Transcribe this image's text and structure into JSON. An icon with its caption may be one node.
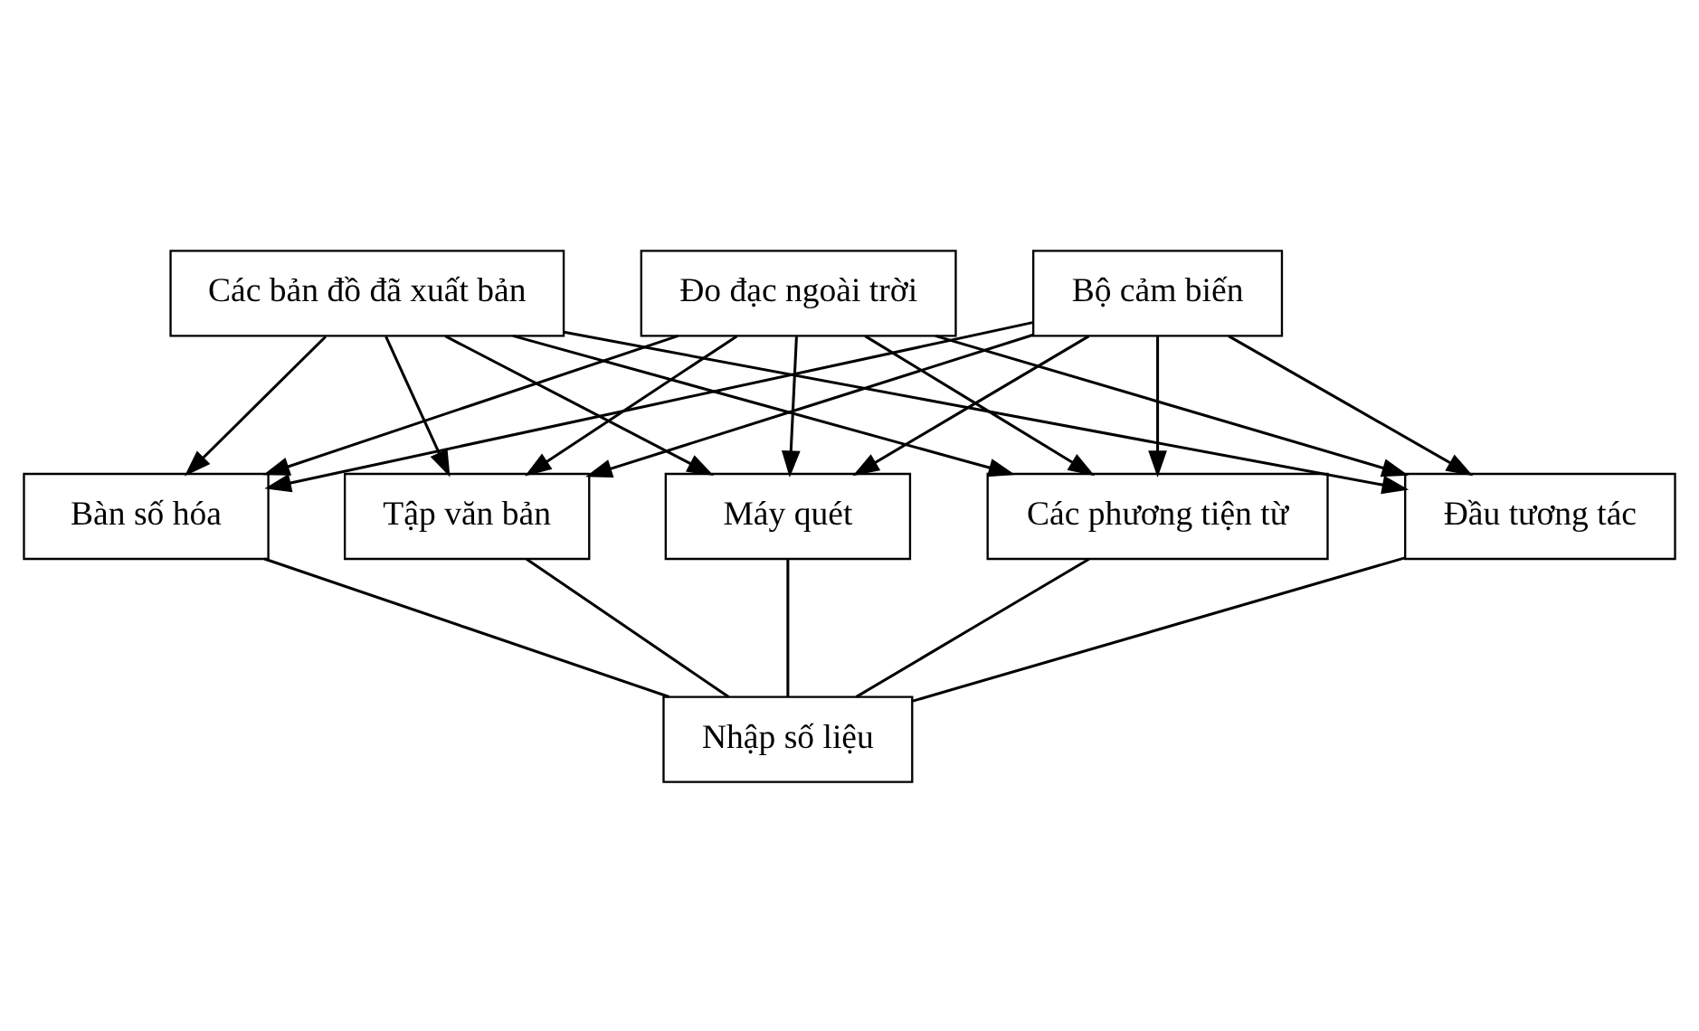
{
  "diagram": {
    "nodes": [
      {
        "text": [
          "Các bản đồ đã xuất bản"
        ]
      },
      {
        "text": [
          "Đo đạc ngoài trời"
        ]
      },
      {
        "text": [
          "Bộ cảm biến"
        ]
      },
      {
        "text": [
          "Đầu tương tác"
        ]
      },
      {
        "text": [
          "Bàn số hóa"
        ]
      },
      {
        "text": [
          "Tập văn bản"
        ]
      },
      {
        "text": [
          "Máy quét"
        ]
      },
      {
        "text": [
          "Các phương tiện từ"
        ]
      },
      {
        "text": [
          "Nhập số liệu"
        ]
      }
    ],
    "edges": [
      {
        "from": 0,
        "to": 3,
        "arrow": "to"
      },
      {
        "from": 0,
        "to": 4,
        "arrow": "to"
      },
      {
        "from": 0,
        "to": 5,
        "arrow": "to"
      },
      {
        "from": 0,
        "to": 6,
        "arrow": "to"
      },
      {
        "from": 0,
        "to": 7,
        "arrow": "to"
      },
      {
        "from": 1,
        "to": 3,
        "arrow": "to"
      },
      {
        "from": 1,
        "to": 4,
        "arrow": "to"
      },
      {
        "from": 1,
        "to": 5,
        "arrow": "to"
      },
      {
        "from": 1,
        "to": 6,
        "arrow": "to"
      },
      {
        "from": 1,
        "to": 7,
        "arrow": "to"
      },
      {
        "from": 2,
        "to": 3,
        "arrow": "to"
      },
      {
        "from": 2,
        "to": 4,
        "arrow": "to"
      },
      {
        "from": 2,
        "to": 5,
        "arrow": "to"
      },
      {
        "from": 2,
        "to": 6,
        "arrow": "to"
      },
      {
        "from": 2,
        "to": 7,
        "arrow": "to"
      },
      {
        "from": 3,
        "to": 8,
        "arrow": "none"
      },
      {
        "from": 4,
        "to": 8,
        "arrow": "none"
      },
      {
        "from": 5,
        "to": 8,
        "arrow": "none"
      },
      {
        "from": 6,
        "to": 8,
        "arrow": "none"
      },
      {
        "from": 7,
        "to": 8,
        "arrow": "none"
      }
    ]
  }
}
